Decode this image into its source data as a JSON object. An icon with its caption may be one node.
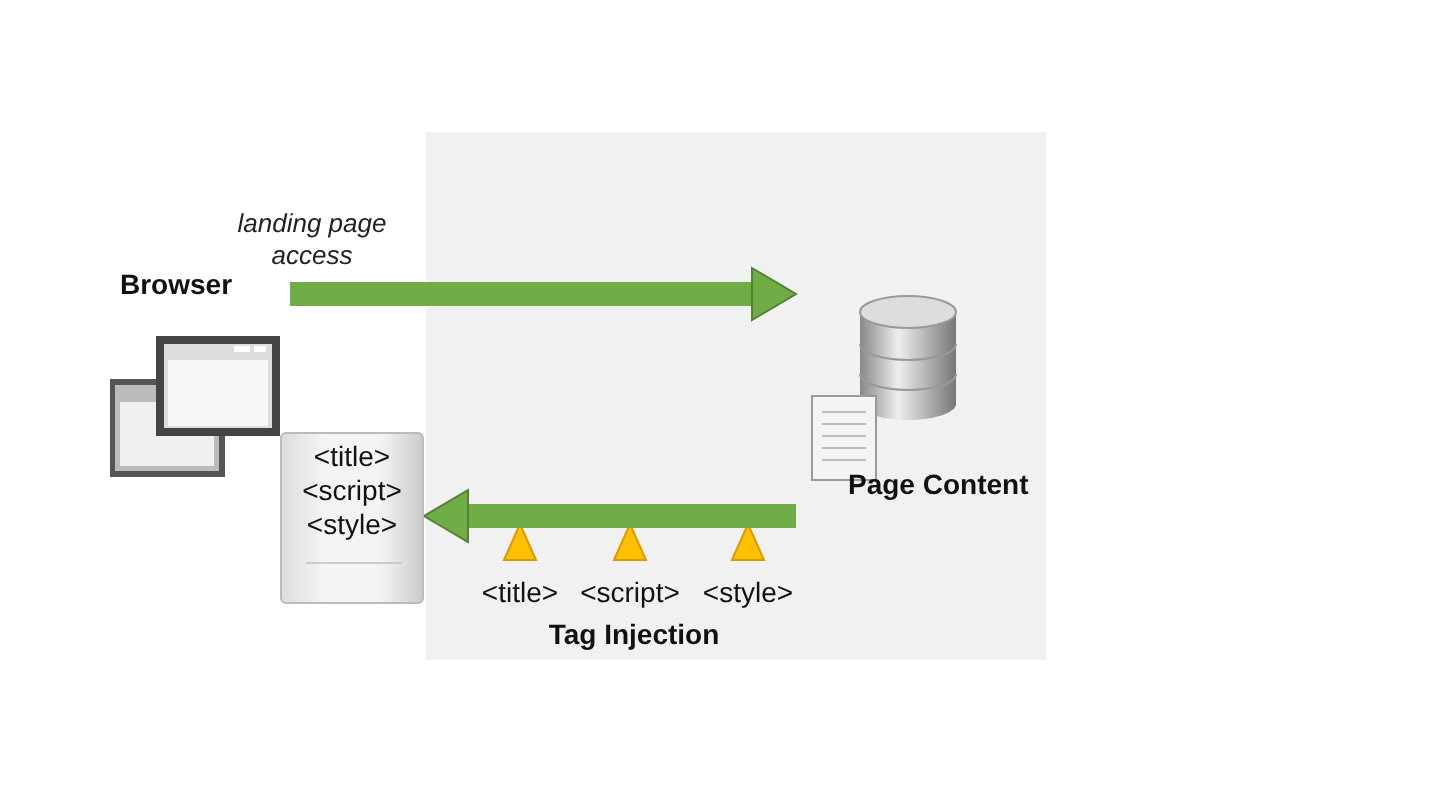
{
  "diagram": {
    "nodes": [
      {
        "text": [
          "Browser"
        ]
      },
      {
        "text": [
          "Page Content"
        ]
      },
      {
        "text": [
          "<title> <script> <style>"
        ]
      }
    ],
    "edges": [
      {
        "from": 0,
        "to": 1,
        "arrow": "to",
        "label": "landing page access"
      },
      {
        "from": 1,
        "to": 2,
        "arrow": "to"
      }
    ],
    "labels": [
      "<title>",
      "<script>",
      "<style>",
      "Tag Injection"
    ]
  }
}
